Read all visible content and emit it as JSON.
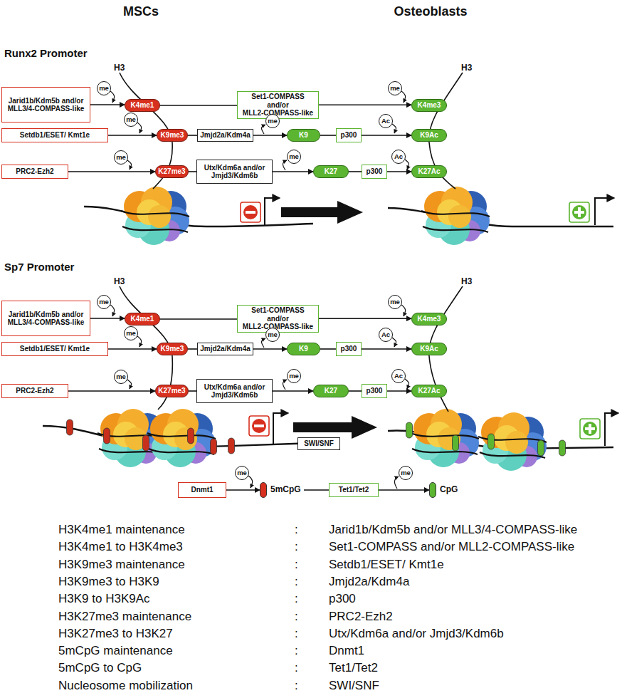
{
  "diagram": {
    "nodes": [
      {
        "text": [
          "Jarid1b/Kdm5b and/or MLL3/4-COMPASS-like"
        ]
      },
      {
        "text": [
          "me"
        ]
      },
      {
        "text": [
          "K4me1"
        ]
      },
      {
        "text": [
          "Set1-COMPASS and/or MLL2-COMPASS-like"
        ]
      },
      {
        "text": [
          "me"
        ]
      },
      {
        "text": [
          "K4me3"
        ]
      },
      {
        "text": [
          "Setdb1/ESET/ Kmt1e"
        ]
      },
      {
        "text": [
          "me"
        ]
      },
      {
        "text": [
          "K9me3"
        ]
      },
      {
        "text": [
          "Jmjd2a/Kdm4a"
        ]
      },
      {
        "text": [
          "me"
        ]
      },
      {
        "text": [
          "K9"
        ]
      },
      {
        "text": [
          "p300"
        ]
      },
      {
        "text": [
          "Ac"
        ]
      },
      {
        "text": [
          "K9Ac"
        ]
      },
      {
        "text": [
          "PRC2-Ezh2"
        ]
      },
      {
        "text": [
          "me"
        ]
      },
      {
        "text": [
          "K27me3"
        ]
      },
      {
        "text": [
          "Utx/Kdm6a and/or Jmjd3/Kdm6b"
        ]
      },
      {
        "text": [
          "me"
        ]
      },
      {
        "text": [
          "K27"
        ]
      },
      {
        "text": [
          "p300"
        ]
      },
      {
        "text": [
          "Ac"
        ]
      },
      {
        "text": [
          "K27Ac"
        ]
      },
      {
        "text": [
          "Jarid1b/Kdm5b and/or MLL3/4-COMPASS-like"
        ]
      },
      {
        "text": [
          "me"
        ]
      },
      {
        "text": [
          "K4me1"
        ]
      },
      {
        "text": [
          "Set1-COMPASS and/or MLL2-COMPASS-like"
        ]
      },
      {
        "text": [
          "me"
        ]
      },
      {
        "text": [
          "K4me3"
        ]
      },
      {
        "text": [
          "Setdb1/ESET/ Kmt1e"
        ]
      },
      {
        "text": [
          "me"
        ]
      },
      {
        "text": [
          "K9me3"
        ]
      },
      {
        "text": [
          "Jmjd2a/Kdm4a"
        ]
      },
      {
        "text": [
          "me"
        ]
      },
      {
        "text": [
          "K9"
        ]
      },
      {
        "text": [
          "p300"
        ]
      },
      {
        "text": [
          "Ac"
        ]
      },
      {
        "text": [
          "K9Ac"
        ]
      },
      {
        "text": [
          "PRC2-Ezh2"
        ]
      },
      {
        "text": [
          "me"
        ]
      },
      {
        "text": [
          "K27me3"
        ]
      },
      {
        "text": [
          "Utx/Kdm6a and/or Jmjd3/Kdm6b"
        ]
      },
      {
        "text": [
          "me"
        ]
      },
      {
        "text": [
          "K27"
        ]
      },
      {
        "text": [
          "p300"
        ]
      },
      {
        "text": [
          "Ac"
        ]
      },
      {
        "text": [
          "K27Ac"
        ]
      },
      {
        "text": [
          "SWI/SNF"
        ]
      },
      {
        "text": [
          "Dnmt1"
        ]
      },
      {
        "text": [
          "me"
        ]
      },
      {
        "text": [
          "5mCpG"
        ]
      },
      {
        "text": [
          "Tet1/Tet2"
        ]
      },
      {
        "text": [
          "me"
        ]
      },
      {
        "text": [
          "CpG"
        ]
      }
    ],
    "edges": [
      {
        "from": 0,
        "to": 2,
        "arrow": "to"
      },
      {
        "from": 2,
        "to": 3,
        "arrow": "none"
      },
      {
        "from": 3,
        "to": 5,
        "arrow": "to"
      },
      {
        "from": 6,
        "to": 8,
        "arrow": "to"
      },
      {
        "from": 8,
        "to": 9,
        "arrow": "none"
      },
      {
        "from": 9,
        "to": 11,
        "arrow": "to"
      },
      {
        "from": 11,
        "to": 12,
        "arrow": "none"
      },
      {
        "from": 12,
        "to": 14,
        "arrow": "to"
      },
      {
        "from": 15,
        "to": 17,
        "arrow": "to"
      },
      {
        "from": 17,
        "to": 18,
        "arrow": "none"
      },
      {
        "from": 18,
        "to": 20,
        "arrow": "to"
      },
      {
        "from": 20,
        "to": 21,
        "arrow": "none"
      },
      {
        "from": 21,
        "to": 23,
        "arrow": "to"
      },
      {
        "from": 24,
        "to": 26,
        "arrow": "to"
      },
      {
        "from": 26,
        "to": 27,
        "arrow": "none"
      },
      {
        "from": 27,
        "to": 29,
        "arrow": "to"
      },
      {
        "from": 30,
        "to": 32,
        "arrow": "to"
      },
      {
        "from": 32,
        "to": 33,
        "arrow": "none"
      },
      {
        "from": 33,
        "to": 35,
        "arrow": "to"
      },
      {
        "from": 35,
        "to": 36,
        "arrow": "none"
      },
      {
        "from": 36,
        "to": 38,
        "arrow": "to"
      },
      {
        "from": 39,
        "to": 41,
        "arrow": "to"
      },
      {
        "from": 41,
        "to": 42,
        "arrow": "none"
      },
      {
        "from": 42,
        "to": 44,
        "arrow": "to"
      },
      {
        "from": 44,
        "to": 45,
        "arrow": "none"
      },
      {
        "from": 45,
        "to": 47,
        "arrow": "to"
      },
      {
        "from": 49,
        "to": 51,
        "arrow": "to"
      },
      {
        "from": 51,
        "to": 52,
        "arrow": "none"
      },
      {
        "from": 52,
        "to": 54,
        "arrow": "to"
      }
    ],
    "labels": [
      "MSCs",
      "Osteoblasts",
      "Runx2 Promoter",
      "H3",
      "H3",
      "Sp7 Promoter",
      "H3",
      "H3",
      "H3K4me1 maintenance",
      ":",
      "Jarid1b/Kdm5b and/or MLL3/4-COMPASS-like",
      "H3K4me1 to H3K4me3",
      ":",
      "Set1-COMPASS and/or MLL2-COMPASS-like",
      "H3K9me3 maintenance",
      ":",
      "Setdb1/ESET/ Kmt1e",
      "H3K9me3 to H3K9",
      ":",
      "Jmjd2a/Kdm4a",
      "H3K9 to H3K9Ac",
      ":",
      "p300",
      "H3K27me3 maintenance",
      ":",
      "PRC2-Ezh2",
      "H3K27me3 to H3K27",
      ":",
      "Utx/Kdm6a and/or Jmjd3/Kdm6b",
      "5mCpG maintenance",
      ":",
      "Dnmt1",
      "5mCpG to CpG",
      ":",
      "Tet1/Tet2",
      "Nucleosome mobilization",
      ":",
      "SWI/SNF"
    ]
  }
}
